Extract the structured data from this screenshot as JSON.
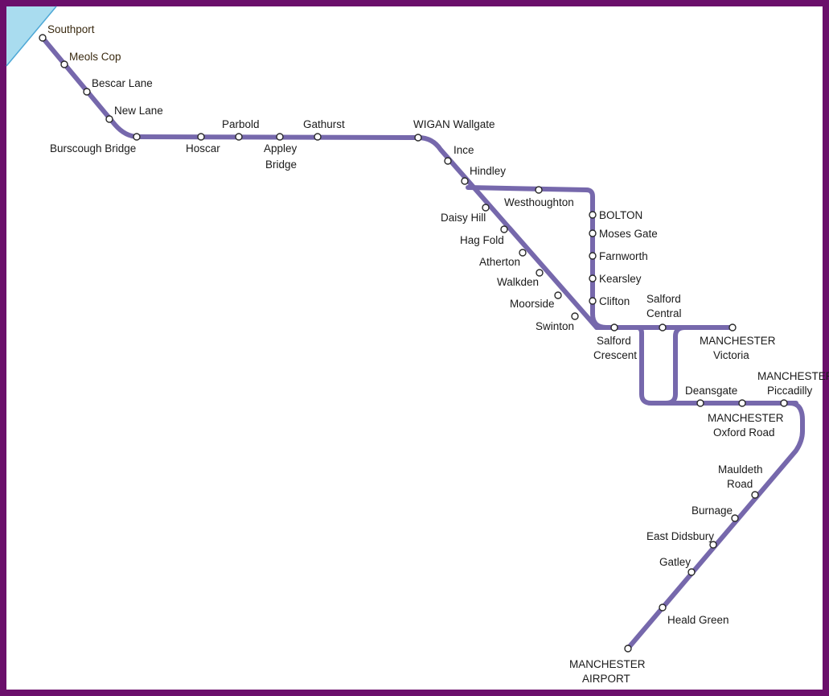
{
  "map": {
    "line_color": "#7668ac",
    "frame_color": "#6b0f6b",
    "sea_color": "#8ecde6"
  },
  "stations": {
    "southport": "Southport",
    "meols_cop": "Meols Cop",
    "bescar_lane": "Bescar Lane",
    "new_lane": "New Lane",
    "burscough_bridge": "Burscough Bridge",
    "hoscar": "Hoscar",
    "parbold": "Parbold",
    "appley_bridge_1": "Appley",
    "appley_bridge_2": "Bridge",
    "gathurst": "Gathurst",
    "wigan_wallgate": "WIGAN Wallgate",
    "ince": "Ince",
    "hindley": "Hindley",
    "westhoughton": "Westhoughton",
    "bolton": "BOLTON",
    "moses_gate": "Moses Gate",
    "farnworth": "Farnworth",
    "kearsley": "Kearsley",
    "clifton": "Clifton",
    "daisy_hill": "Daisy Hill",
    "hag_fold": "Hag Fold",
    "atherton": "Atherton",
    "walkden": "Walkden",
    "moorside": "Moorside",
    "swinton": "Swinton",
    "salford_crescent_1": "Salford",
    "salford_crescent_2": "Crescent",
    "salford_central_1": "Salford",
    "salford_central_2": "Central",
    "manchester_victoria_1": "MANCHESTER",
    "manchester_victoria_2": "Victoria",
    "deansgate": "Deansgate",
    "manchester_piccadilly_1": "MANCHESTER",
    "manchester_piccadilly_2": "Piccadilly",
    "manchester_oxford_road_1": "MANCHESTER",
    "manchester_oxford_road_2": "Oxford Road",
    "mauldeth_road_1": "Mauldeth",
    "mauldeth_road_2": "Road",
    "burnage": "Burnage",
    "east_didsbury": "East Didsbury",
    "gatley": "Gatley",
    "heald_green": "Heald Green",
    "manchester_airport_1": "MANCHESTER",
    "manchester_airport_2": "AIRPORT"
  }
}
